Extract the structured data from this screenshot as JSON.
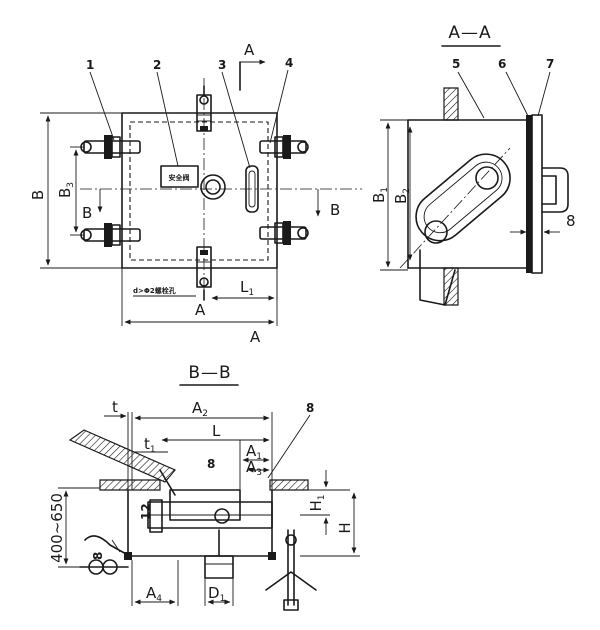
{
  "sections": {
    "aa_title": "A—A",
    "bb_title": "B—B"
  },
  "part_numbers": [
    "1",
    "2",
    "3",
    "4",
    "5",
    "6",
    "7",
    "8"
  ],
  "plan_view": {
    "dim_A": "A",
    "dim_B": "B",
    "dim_B3": "B",
    "dim_B3_sub": "3",
    "dim_L1": "L",
    "dim_L1_sub": "1",
    "cut_A_top": "A",
    "cut_A_bottom": "A",
    "cut_B_left": "B",
    "cut_B_right": "B",
    "plate_label": "安全阀",
    "note_label": "d>Φ2螺栓孔"
  },
  "section_aa": {
    "dim_B1": "B",
    "dim_B1_sub": "1",
    "dim_B2": "B",
    "dim_B2_sub": "2",
    "dim_8": "8"
  },
  "section_bb": {
    "dim_t": "t",
    "dim_A2": "A",
    "dim_A2_sub": "2",
    "dim_L": "L",
    "dim_t1": "t",
    "dim_t1_sub": "1",
    "dim_A1": "A",
    "dim_A1_sub": "1",
    "dim_A3": "A",
    "dim_A3_sub": "3",
    "dim_H1": "H",
    "dim_H1_sub": "1",
    "dim_H": "H",
    "dim_range": "400~650",
    "dim_A4": "A",
    "dim_A4_sub": "4",
    "dim_D1": "D",
    "dim_D1_sub": "1",
    "dim_8": "8",
    "dim_12": "12",
    "dim_8_small": "8"
  }
}
